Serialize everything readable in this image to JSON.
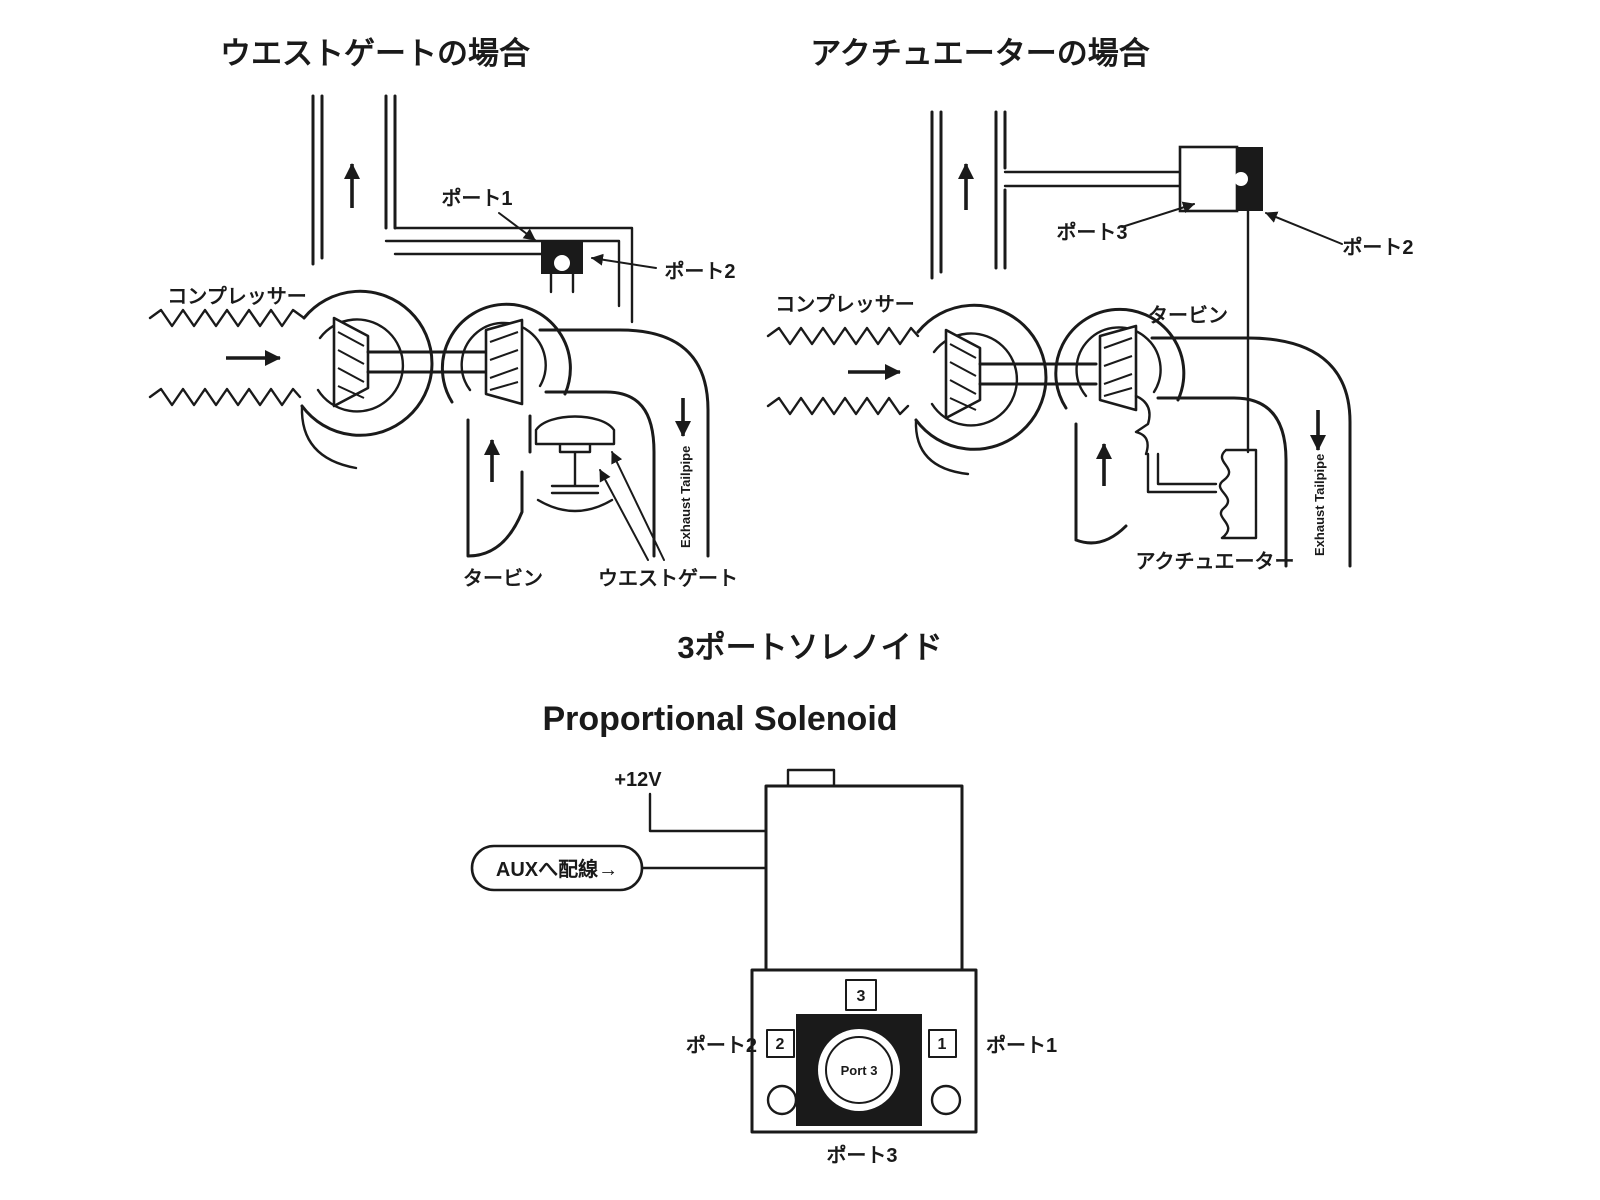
{
  "colors": {
    "ink": "#1a1a1a",
    "background": "#ffffff"
  },
  "left_diagram": {
    "title": "ウエストゲートの場合",
    "port1": "ポート1",
    "port2": "ポート2",
    "compressor": "コンプレッサー",
    "turbine": "タービン",
    "wastegate": "ウエストゲート",
    "exhaust_tailpipe": "Exhaust Tailpipe"
  },
  "right_diagram": {
    "title": "アクチュエーターの場合",
    "port3": "ポート3",
    "port2": "ポート2",
    "compressor": "コンプレッサー",
    "turbine": "タービン",
    "actuator": "アクチュエーター",
    "exhaust_tailpipe": "Exhaust Tailpipe"
  },
  "solenoid": {
    "heading_jp": "3ポートソレノイド",
    "heading_en": "Proportional Solenoid",
    "supply": "+12V",
    "aux_wiring": "AUXへ配線→",
    "port1_label": "ポート1",
    "port2_label": "ポート2",
    "port3_label": "ポート3",
    "terminal_1": "1",
    "terminal_2": "2",
    "terminal_3": "3",
    "port3_badge": "Port 3"
  }
}
